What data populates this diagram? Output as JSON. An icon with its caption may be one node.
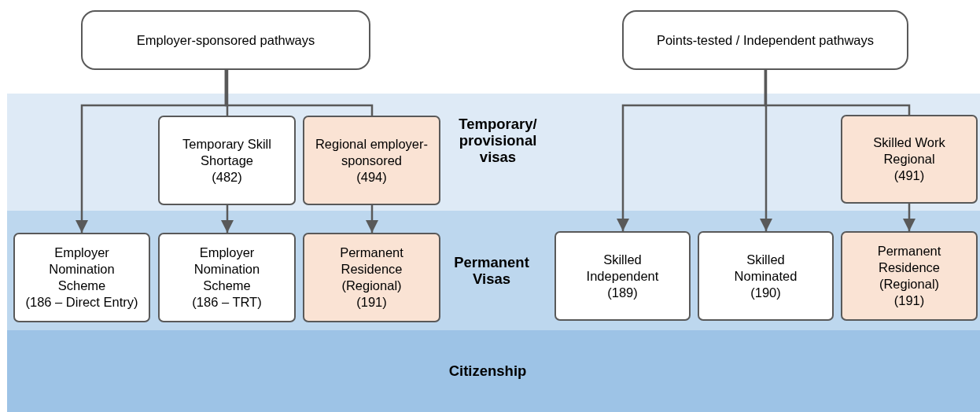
{
  "diagram": {
    "nodes": [
      {
        "text": [
          "Employer-sponsored pathways"
        ]
      },
      {
        "text": [
          "Points-tested / Independent pathways"
        ]
      },
      {
        "text": [
          "Temporary/ provisional visas"
        ]
      },
      {
        "text": [
          "Temporary Skill Shortage",
          "(482)"
        ],
        "in": 2
      },
      {
        "text": [
          "Regional employer-sponsored",
          "(494)"
        ],
        "in": 2
      },
      {
        "text": [
          "Skilled Work Regional",
          "(491)"
        ],
        "in": 2
      },
      {
        "text": [
          "Permanent Visas"
        ]
      },
      {
        "text": [
          "Employer Nomination Scheme",
          "(186 – Direct Entry)"
        ],
        "in": 6
      },
      {
        "text": [
          "Employer Nomination Scheme",
          "(186 – TRT)"
        ],
        "in": 6
      },
      {
        "text": [
          "Permanent Residence (Regional)",
          "(191)"
        ],
        "in": 6
      },
      {
        "text": [
          "Skilled Independent",
          "(189)"
        ],
        "in": 6
      },
      {
        "text": [
          "Skilled Nominated",
          "(190)"
        ],
        "in": 6
      },
      {
        "text": [
          "Permanent Residence (Regional)",
          "(191)"
        ],
        "in": 6
      },
      {
        "text": [
          "Citizenship"
        ]
      }
    ],
    "edges": [
      {
        "from": 0,
        "to": 7,
        "arrow": "to"
      },
      {
        "from": 0,
        "to": 3,
        "arrow": "none"
      },
      {
        "from": 0,
        "to": 4,
        "arrow": "none"
      },
      {
        "from": 3,
        "to": 8,
        "arrow": "to"
      },
      {
        "from": 4,
        "to": 9,
        "arrow": "to"
      },
      {
        "from": 1,
        "to": 10,
        "arrow": "to"
      },
      {
        "from": 1,
        "to": 11,
        "arrow": "to"
      },
      {
        "from": 1,
        "to": 5,
        "arrow": "none"
      },
      {
        "from": 5,
        "to": 12,
        "arrow": "to"
      }
    ]
  }
}
